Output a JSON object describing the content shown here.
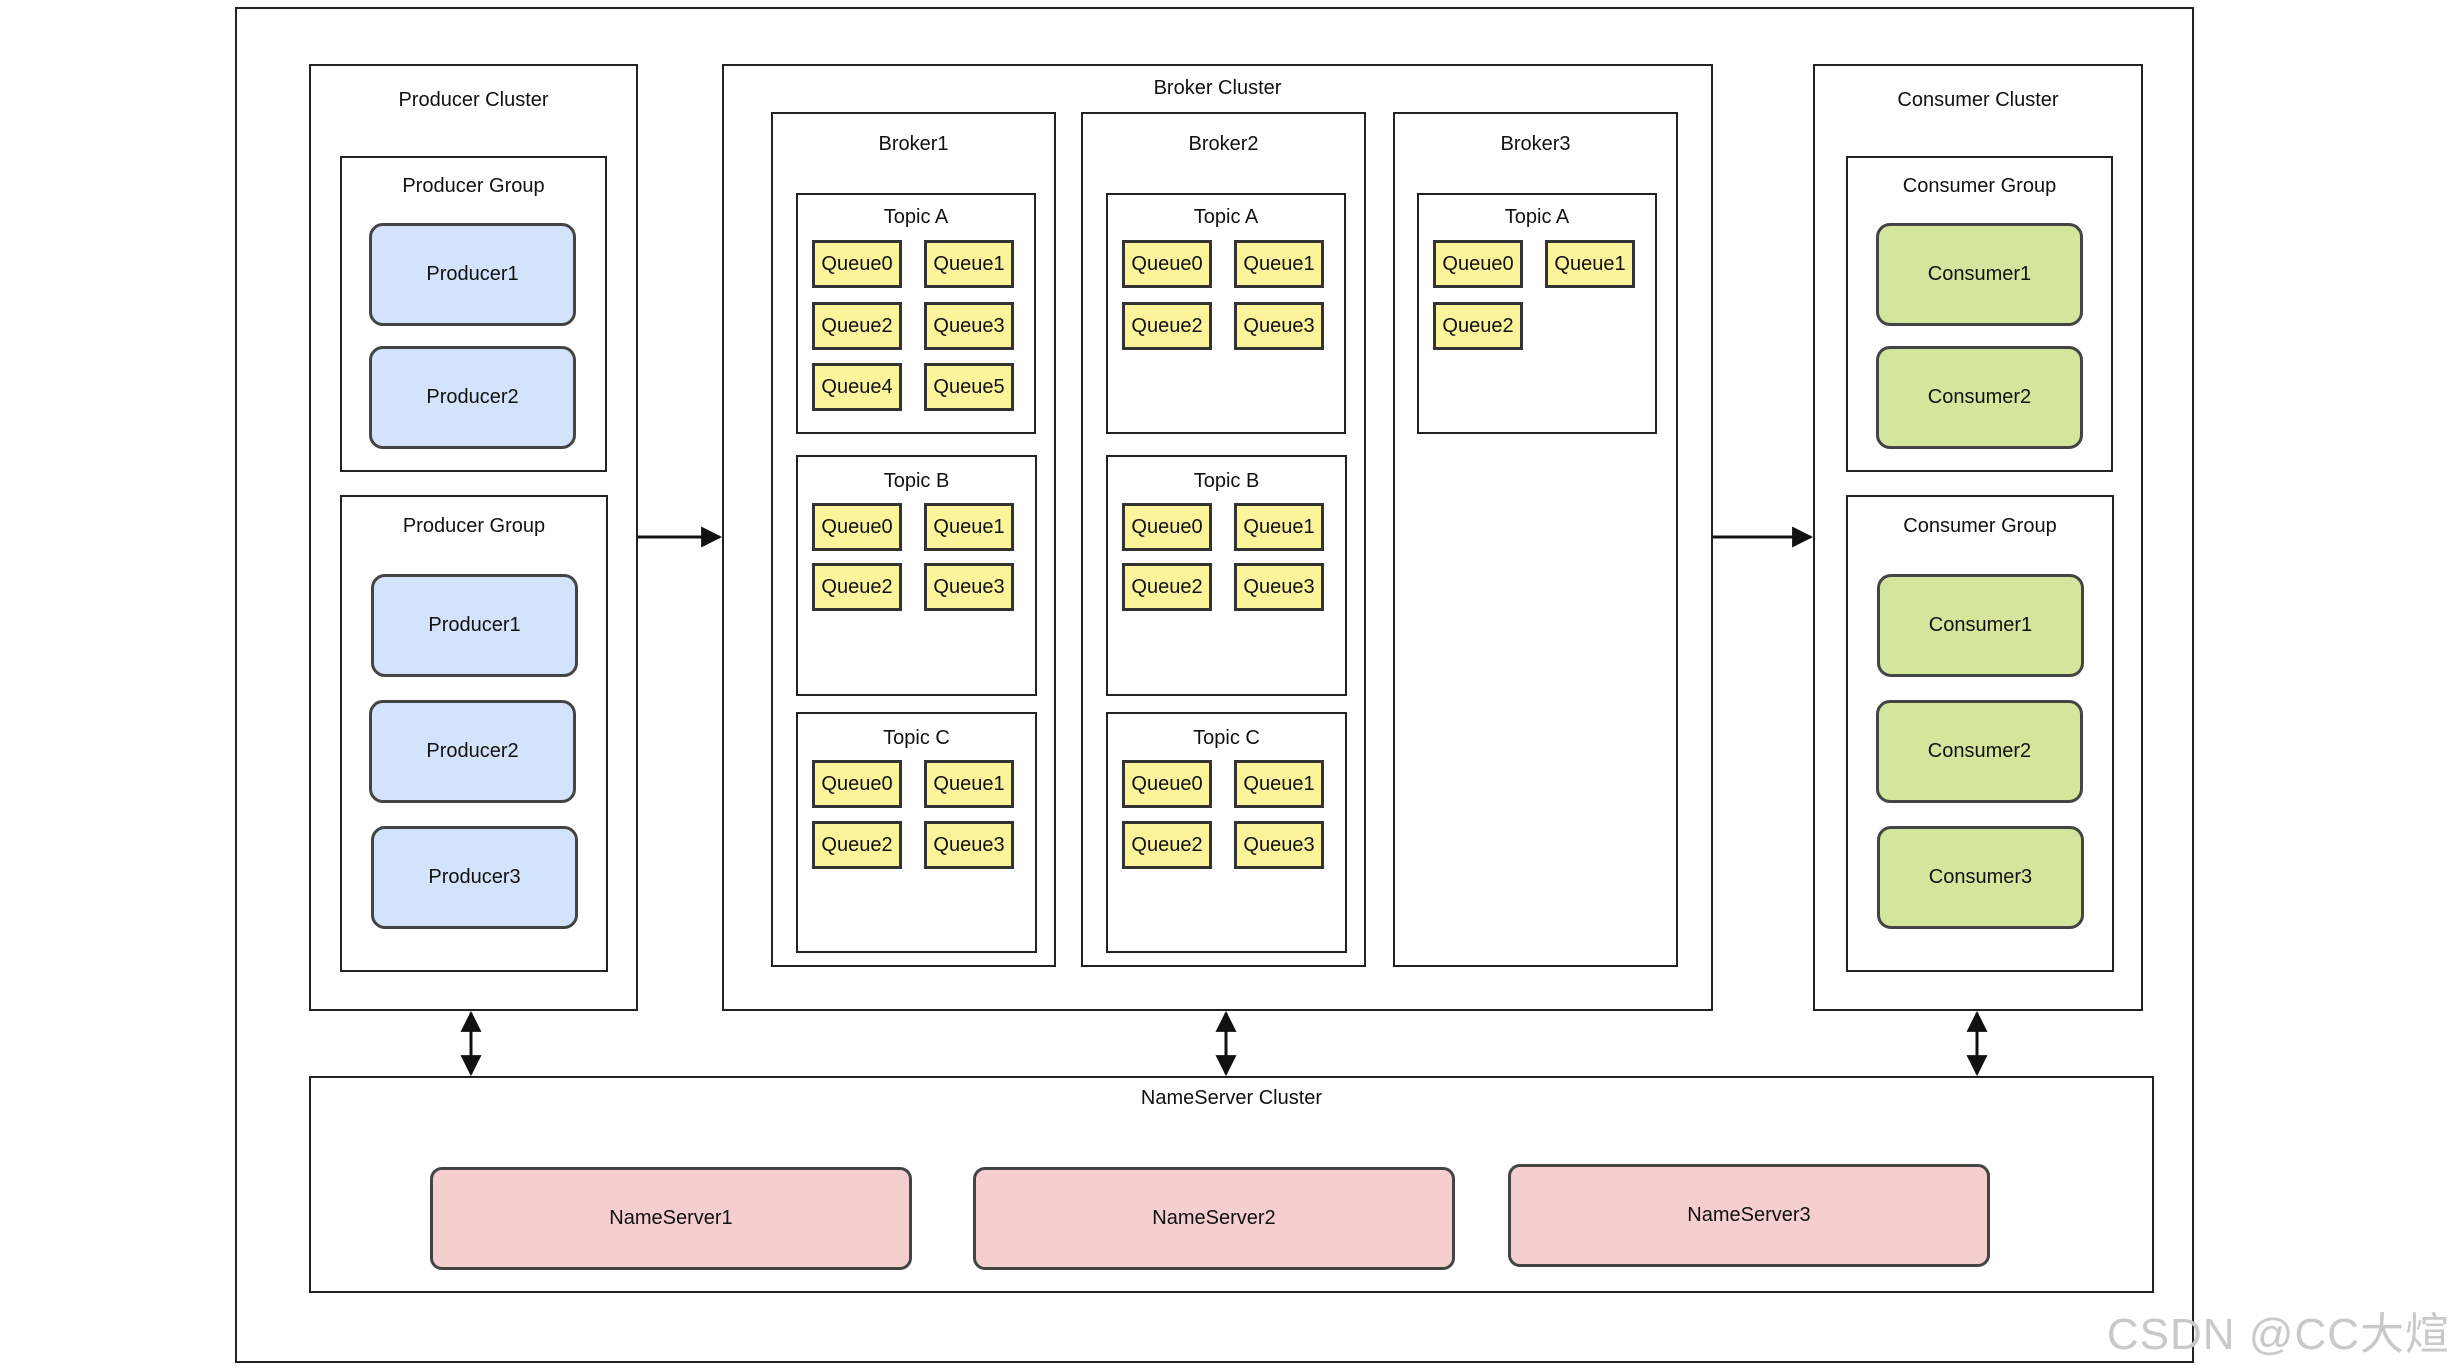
{
  "producer_cluster": {
    "title": "Producer Cluster",
    "groups": [
      {
        "title": "Producer Group",
        "producers": [
          "Producer1",
          "Producer2"
        ]
      },
      {
        "title": "Producer Group",
        "producers": [
          "Producer1",
          "Producer2",
          "Producer3"
        ]
      }
    ]
  },
  "broker_cluster": {
    "title": "Broker Cluster",
    "brokers": [
      {
        "name": "Broker1",
        "topics": [
          {
            "name": "Topic A",
            "queues": [
              "Queue0",
              "Queue1",
              "Queue2",
              "Queue3",
              "Queue4",
              "Queue5"
            ]
          },
          {
            "name": "Topic B",
            "queues": [
              "Queue0",
              "Queue1",
              "Queue2",
              "Queue3"
            ]
          },
          {
            "name": "Topic C",
            "queues": [
              "Queue0",
              "Queue1",
              "Queue2",
              "Queue3"
            ]
          }
        ]
      },
      {
        "name": "Broker2",
        "topics": [
          {
            "name": "Topic A",
            "queues": [
              "Queue0",
              "Queue1",
              "Queue2",
              "Queue3"
            ]
          },
          {
            "name": "Topic B",
            "queues": [
              "Queue0",
              "Queue1",
              "Queue2",
              "Queue3"
            ]
          },
          {
            "name": "Topic C",
            "queues": [
              "Queue0",
              "Queue1",
              "Queue2",
              "Queue3"
            ]
          }
        ]
      },
      {
        "name": "Broker3",
        "topics": [
          {
            "name": "Topic A",
            "queues": [
              "Queue0",
              "Queue1",
              "Queue2"
            ]
          }
        ]
      }
    ]
  },
  "consumer_cluster": {
    "title": "Consumer Cluster",
    "groups": [
      {
        "title": "Consumer Group",
        "consumers": [
          "Consumer1",
          "Consumer2"
        ]
      },
      {
        "title": "Consumer Group",
        "consumers": [
          "Consumer1",
          "Consumer2",
          "Consumer3"
        ]
      }
    ]
  },
  "nameserver_cluster": {
    "title": "NameServer Cluster",
    "servers": [
      "NameServer1",
      "NameServer2",
      "NameServer3"
    ]
  },
  "colors": {
    "producer": "#d3e3fb",
    "consumer": "#d4e69b",
    "queue": "#fbf49b",
    "nameserver": "#f5cfd0"
  },
  "watermark": "CSDN @CC大煊"
}
